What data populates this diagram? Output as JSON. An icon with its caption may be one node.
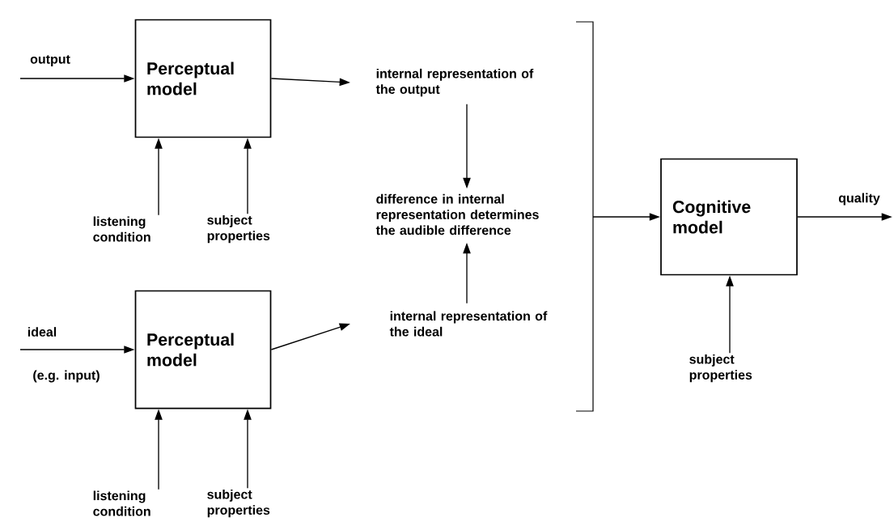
{
  "diagram": {
    "nodes": [
      {
        "text": [
          "Perceptual model"
        ]
      },
      {
        "text": [
          "listening condition"
        ]
      },
      {
        "text": [
          "subject properties"
        ]
      },
      {
        "text": [
          "internal representation of the output"
        ]
      },
      {
        "text": [
          "difference in internal representation determines the audible difference"
        ]
      },
      {
        "text": [
          "Perceptual model"
        ]
      },
      {
        "text": [
          "listening condition"
        ]
      },
      {
        "text": [
          "subject properties"
        ]
      },
      {
        "text": [
          "internal representation of the ideal"
        ]
      },
      {
        "text": [
          "Cognitive model"
        ]
      },
      {
        "text": [
          "subject properties"
        ]
      }
    ],
    "edges": [
      {
        "from": null,
        "to": 0,
        "arrow": "to",
        "label": "output"
      },
      {
        "from": 1,
        "to": 0,
        "arrow": "to"
      },
      {
        "from": 2,
        "to": 0,
        "arrow": "to"
      },
      {
        "from": 0,
        "to": 3,
        "arrow": "to"
      },
      {
        "from": 3,
        "to": 4,
        "arrow": "to"
      },
      {
        "from": null,
        "to": 5,
        "arrow": "to",
        "label": "ideal"
      },
      {
        "from": 6,
        "to": 5,
        "arrow": "to"
      },
      {
        "from": 7,
        "to": 5,
        "arrow": "to"
      },
      {
        "from": 5,
        "to": 8,
        "arrow": "to"
      },
      {
        "from": 8,
        "to": 4,
        "arrow": "to"
      },
      {
        "from": 4,
        "to": 9,
        "arrow": "to"
      },
      {
        "from": 10,
        "to": 9,
        "arrow": "to"
      },
      {
        "from": 9,
        "to": null,
        "arrow": "to",
        "label": "quality"
      }
    ],
    "labels": [
      "(e.g. input)"
    ]
  }
}
